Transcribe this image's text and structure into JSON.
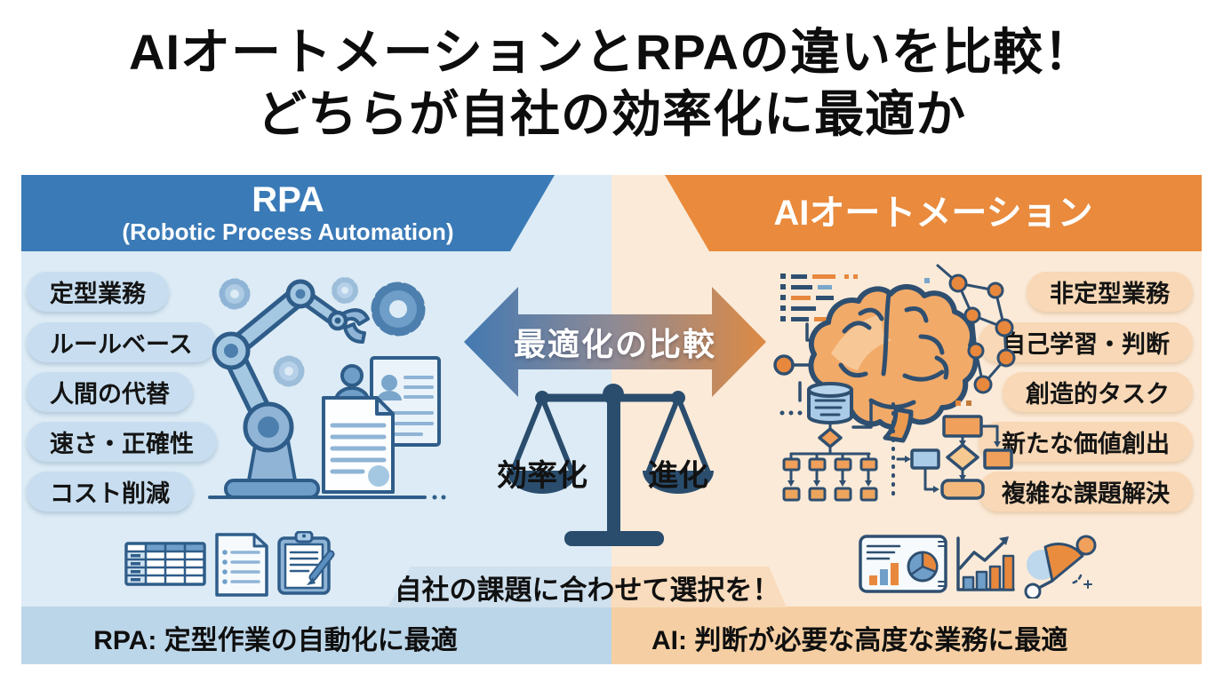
{
  "title": {
    "line1": "AIオートメーションとRPAの違いを比較！",
    "line2": "どちらが自社の効率化に最適か"
  },
  "rpa": {
    "header_title": "RPA",
    "header_subtitle": "(Robotic Process Automation)",
    "features": [
      "定型業務",
      "ルールベース",
      "人間の代替",
      "速さ・正確性",
      "コスト削減"
    ],
    "footer": "RPA: 定型作業の自動化に最適"
  },
  "ai": {
    "header_title": "AIオートメーション",
    "features": [
      "非定型業務",
      "自己学習・判断",
      "創造的タスク",
      "新たな価値創出",
      "複雑な課題解決"
    ],
    "footer": "AI: 判断が必要な高度な業務に最適"
  },
  "center": {
    "arrow_label": "最適化の比較",
    "scale_left_label": "効率化",
    "scale_right_label": "進化",
    "note": "自社の課題に合わせて選択を！"
  },
  "colors": {
    "rpa_banner": "#3a7ab7",
    "ai_banner": "#e98a3c",
    "rpa_panel_bg": "#dcebf5",
    "ai_panel_bg": "#fbead8",
    "rpa_pill_bg": "#c8def0",
    "ai_pill_bg": "#f8d8b6",
    "rpa_band_bg": "#bcd6e9",
    "ai_band_bg": "#f5cfa3",
    "scale_navy": "#2a4d6e",
    "arrow_gradient_left": "#4379b2",
    "arrow_gradient_right": "#dd8a44"
  },
  "icons": {
    "left_illustration": "robot-arm-gears-documents",
    "right_illustration": "brain-neural-network-flowchart",
    "center_icons": [
      "comparison-double-arrow",
      "balance-scale-icon"
    ],
    "left_bottom_icons": [
      "spreadsheet-table-icon",
      "checklist-document-icon",
      "clipboard-pencil-icon"
    ],
    "right_bottom_icons": [
      "dashboard-chart-icon",
      "growth-chart-icon",
      "strategy-compass-icon"
    ]
  }
}
